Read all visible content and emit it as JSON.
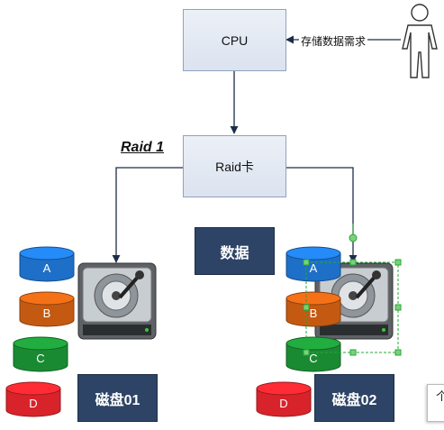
{
  "diagram": {
    "cpu_label": "CPU",
    "raid_card_label": "Raid卡",
    "raid_title": "Raid 1",
    "storage_demand_label": "存储数据需求",
    "data_label": "数据",
    "disk1_label": "磁盘01",
    "disk2_label": "磁盘02",
    "cylinders_left": [
      {
        "label": "A",
        "color": "#1d6fc7"
      },
      {
        "label": "B",
        "color": "#c45a12"
      },
      {
        "label": "C",
        "color": "#1a8a32"
      },
      {
        "label": "D",
        "color": "#d8232a"
      }
    ],
    "cylinders_right": [
      {
        "label": "A",
        "color": "#1d6fc7"
      },
      {
        "label": "B",
        "color": "#c45a12"
      },
      {
        "label": "C",
        "color": "#1a8a32"
      },
      {
        "label": "D",
        "color": "#d8232a"
      }
    ],
    "popup_char": "个"
  },
  "colors": {
    "arrow": "#1c2d48",
    "selection": "#22a838",
    "dark_box": "#2e4466"
  }
}
